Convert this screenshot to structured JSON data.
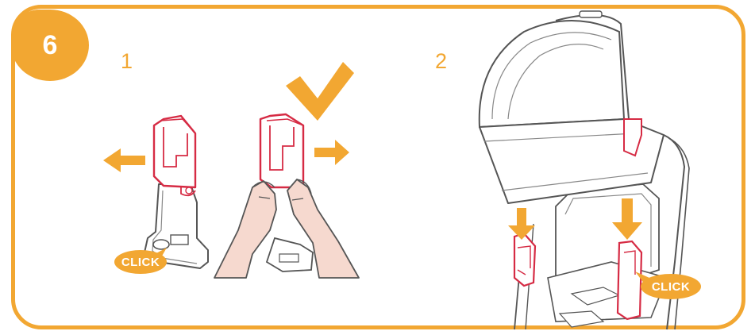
{
  "step_badge": "6",
  "sub_steps": [
    "1",
    "2"
  ],
  "click_labels": [
    "CLICK",
    "CLICK"
  ],
  "colors": {
    "accent": "#f2a732",
    "highlight": "#d62b44",
    "line": "#555555",
    "skin": "#f6d9cf"
  },
  "icons": [
    "check-icon",
    "arrow-left-icon",
    "arrow-right-icon",
    "arrow-down-icon"
  ]
}
